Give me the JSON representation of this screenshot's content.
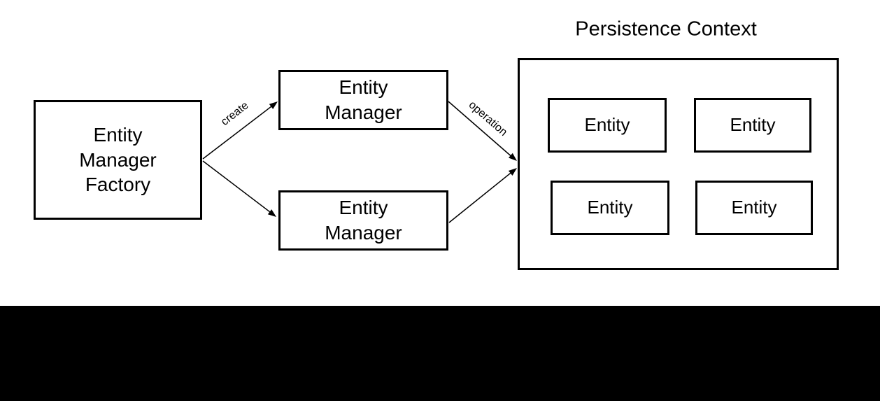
{
  "diagram": {
    "factory": {
      "label": "Entity\nManager\nFactory"
    },
    "managers": [
      {
        "label": "Entity\nManager"
      },
      {
        "label": "Entity\nManager"
      }
    ],
    "edges": [
      {
        "label": "create"
      },
      {
        "label": "operation"
      }
    ],
    "persistence_context": {
      "title": "Persistence Context",
      "entities": [
        "Entity",
        "Entity",
        "Entity",
        "Entity"
      ]
    },
    "colors": {
      "stroke": "#000000",
      "background": "#ffffff",
      "bottom_bar": "#000000"
    }
  }
}
